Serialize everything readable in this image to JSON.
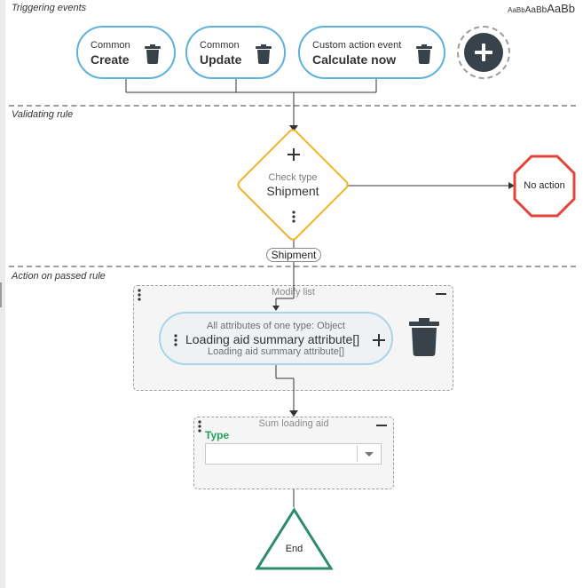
{
  "sections": {
    "triggering": "Triggering events",
    "validating": "Validating rule",
    "action": "Action on passed rule"
  },
  "font_size_control": [
    "AaBb",
    "AaBb",
    "AaBb"
  ],
  "events": [
    {
      "category": "Common",
      "name": "Create",
      "icon": "trash-icon"
    },
    {
      "category": "Common",
      "name": "Update",
      "icon": "trash-icon"
    },
    {
      "category": "Custom action event",
      "name": "Calculate now",
      "icon": "trash-icon"
    }
  ],
  "add_event_icon": "plus-icon",
  "rule": {
    "label": "Check type",
    "value": "Shipment",
    "color": "#f3b324"
  },
  "no_action": {
    "label": "No action",
    "color": "#e0443a"
  },
  "branch_label": "Shipment",
  "modify_list": {
    "title": "Modify list",
    "attribute": {
      "type": "All attributes of one type: Object",
      "name": "Loading aid summary attribute[]",
      "sub": "Loading aid summary attribute[]"
    }
  },
  "sum_node": {
    "title": "Sum loading aid",
    "type_label": "Type",
    "type_value": ""
  },
  "end_node": {
    "label": "End",
    "color": "#2e8b6e"
  }
}
